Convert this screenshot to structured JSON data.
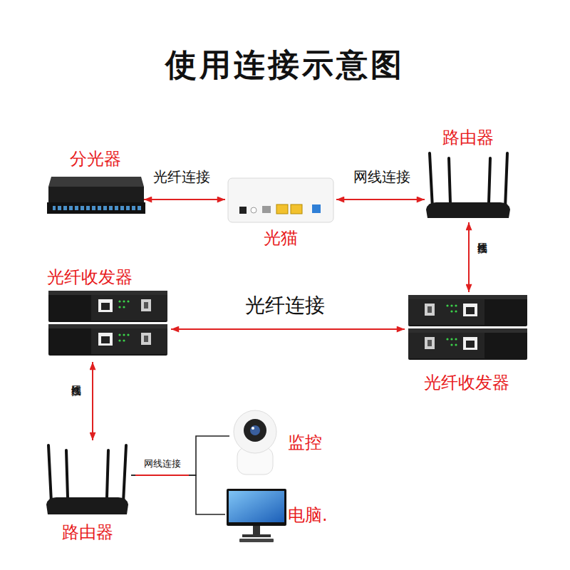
{
  "diagram": {
    "title": "使用连接示意图",
    "nodes": [
      {
        "text": [
          "分光器"
        ]
      },
      {
        "text": [
          "光猫"
        ]
      },
      {
        "text": [
          "路由器"
        ]
      },
      {
        "text": [
          "光纤收发器"
        ]
      },
      {
        "text": [
          "光纤收发器"
        ]
      },
      {
        "text": [
          "路由器"
        ]
      },
      {
        "text": [
          "监控"
        ]
      },
      {
        "text": [
          "电脑."
        ]
      }
    ],
    "edges": [
      {
        "from": 0,
        "to": 1,
        "arrow": "both",
        "label": "光纤连接"
      },
      {
        "from": 1,
        "to": 2,
        "arrow": "both",
        "label": "网线连接"
      },
      {
        "from": 2,
        "to": 4,
        "arrow": "both",
        "label": "网线连接"
      },
      {
        "from": 3,
        "to": 4,
        "arrow": "both",
        "label": "光纤连接"
      },
      {
        "from": 3,
        "to": 5,
        "arrow": "both",
        "label": "网线连接"
      },
      {
        "from": 5,
        "to": 6,
        "arrow": "none",
        "label": "网线连接"
      },
      {
        "from": 5,
        "to": 7,
        "arrow": "none"
      }
    ]
  }
}
